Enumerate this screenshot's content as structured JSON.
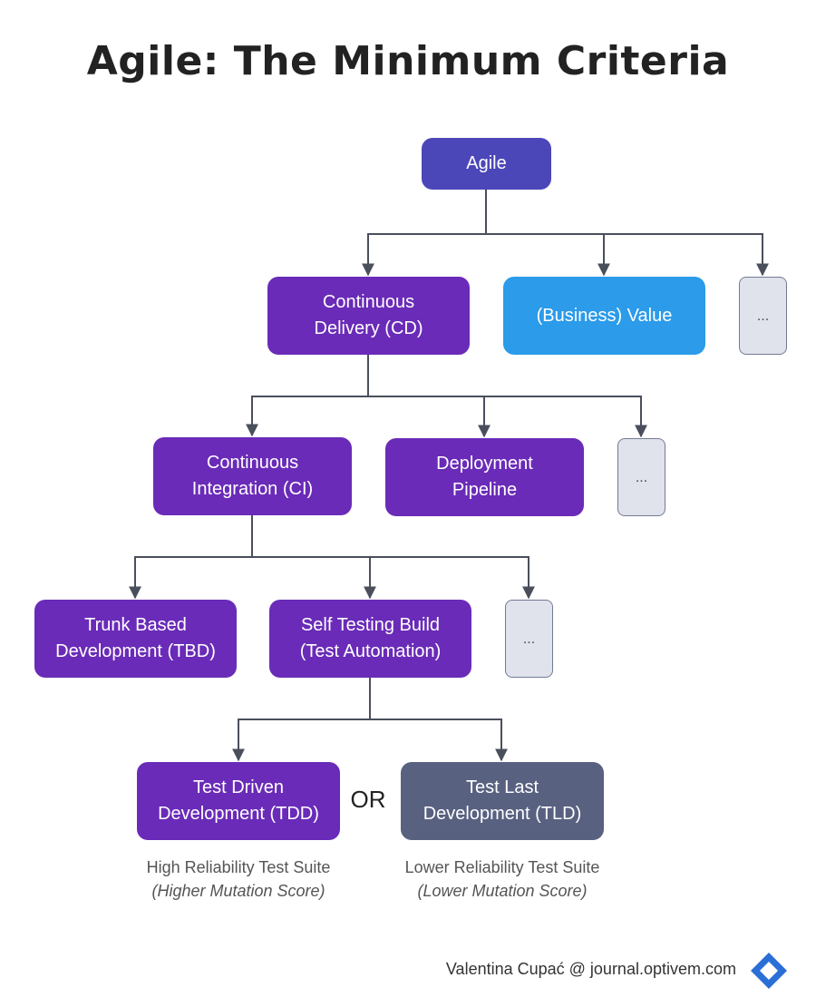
{
  "title": "Agile: The Minimum Criteria",
  "nodes": {
    "agile": "Agile",
    "cd": "Continuous\nDelivery (CD)",
    "business_value": "(Business) Value",
    "more_1": "...",
    "ci": "Continuous\nIntegration (CI)",
    "deployment_pipeline": "Deployment\nPipeline",
    "more_2": "...",
    "tbd": "Trunk Based\nDevelopment (TBD)",
    "self_testing_build": "Self Testing Build\n(Test Automation)",
    "more_3": "...",
    "tdd": "Test Driven\nDevelopment (TDD)",
    "tld": "Test Last\nDevelopment (TLD)"
  },
  "or_label": "OR",
  "captions": {
    "tdd": {
      "line1": "High Reliability Test Suite",
      "line2": "(Higher Mutation Score)"
    },
    "tld": {
      "line1": "Lower Reliability Test Suite",
      "line2": "(Lower Mutation Score)"
    }
  },
  "footer": {
    "credit": "Valentina Cupać @ journal.optivem.com"
  },
  "colors": {
    "root": "#4b47b8",
    "practice": "#6a2bb8",
    "value": "#2b9bea",
    "alternative": "#586180",
    "placeholder": "#e0e2ec",
    "connector": "#4a4f5c",
    "logo": "#2a6fd6"
  }
}
